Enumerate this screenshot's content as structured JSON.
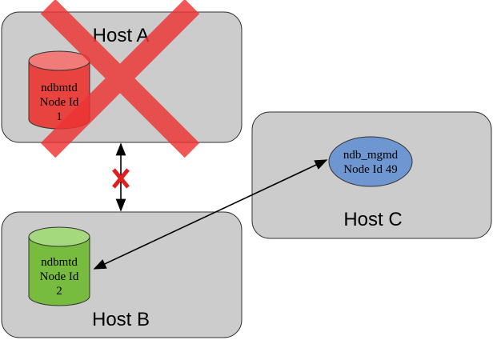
{
  "hosts": {
    "a": {
      "label": "Host A"
    },
    "b": {
      "label": "Host B"
    },
    "c": {
      "label": "Host C"
    }
  },
  "nodes": {
    "ndb1": {
      "type": "ndbmtd",
      "id_label": "Node Id",
      "id": "1",
      "color": "#e8433f"
    },
    "ndb2": {
      "type": "ndbmtd",
      "id_label": "Node Id",
      "id": "2",
      "color": "#77bc3f"
    },
    "mgm": {
      "type": "ndb_mgmd",
      "id_line": "Node Id 49",
      "color": "#6e97d1"
    }
  },
  "link_between_data_nodes": {
    "status_mark": "X",
    "status_color": "#e02020",
    "broken": true
  },
  "host_a_failed_cross_color": "#ee3333",
  "host_box_color": "#cccccc"
}
